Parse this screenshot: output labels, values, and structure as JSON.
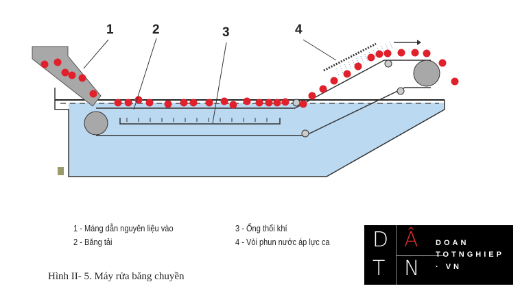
{
  "diagram": {
    "labels": [
      "1",
      "2",
      "3",
      "4"
    ],
    "legend": [
      "1 - Máng dẫn nguyên liệu vào",
      "2 - Băng tải",
      "3 - Ống thổi khí",
      "4 - Vòi phun nước áp lực ca"
    ],
    "caption": "Hình II- 5. Máy rửa băng chuyền",
    "colors": {
      "water": "#bcd9f2",
      "tomato": "#e0202a",
      "gray": "#a8a8a8"
    }
  },
  "logo": {
    "letters": [
      "D",
      "Â",
      "T",
      "N"
    ],
    "line1": "DOAN",
    "line2": "TOTNGHIEP",
    "line3": "· VN"
  }
}
